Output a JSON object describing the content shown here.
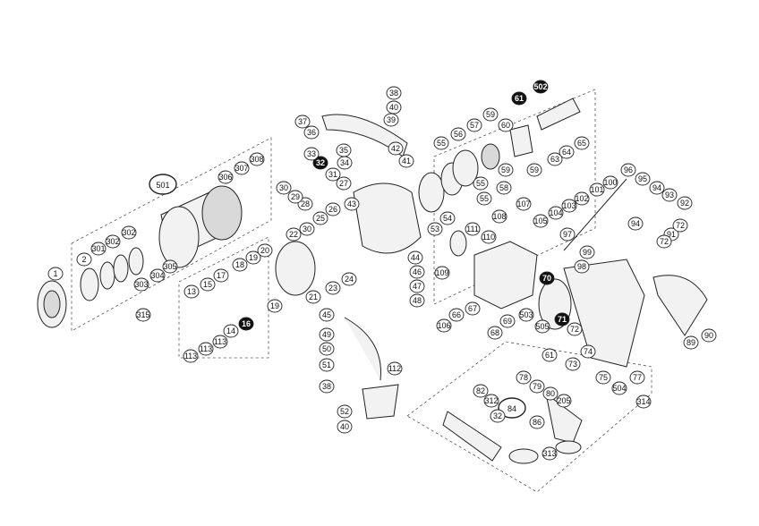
{
  "diagram": {
    "labels": [
      "1",
      "2",
      "301",
      "302",
      "302",
      "303",
      "304",
      "305",
      "315",
      "306",
      "307",
      "308",
      "501",
      "13",
      "15",
      "16",
      "14",
      "113",
      "113",
      "113",
      "17",
      "18",
      "19",
      "20",
      "19",
      "21",
      "22",
      "23",
      "24",
      "25",
      "26",
      "27",
      "28",
      "29",
      "30",
      "30",
      "31",
      "32",
      "33",
      "34",
      "35",
      "36",
      "37",
      "38",
      "39",
      "40",
      "41",
      "42",
      "43",
      "44",
      "45",
      "46",
      "47",
      "48",
      "49",
      "50",
      "51",
      "38",
      "52",
      "40",
      "112",
      "53",
      "54",
      "55",
      "55",
      "55",
      "56",
      "57",
      "58",
      "59",
      "59",
      "59",
      "60",
      "61",
      "502",
      "63",
      "64",
      "65",
      "105",
      "106",
      "107",
      "108",
      "109",
      "110",
      "111",
      "66",
      "67",
      "68",
      "69",
      "70",
      "503",
      "505",
      "97",
      "98",
      "99",
      "100",
      "101",
      "102",
      "103",
      "104",
      "91",
      "92",
      "93",
      "94",
      "95",
      "96",
      "94",
      "72",
      "72",
      "71",
      "72",
      "61",
      "73",
      "74",
      "75",
      "504",
      "77",
      "89",
      "90",
      "314",
      "78",
      "79",
      "80",
      "205",
      "82",
      "312",
      "84",
      "86",
      "32",
      "313"
    ]
  }
}
